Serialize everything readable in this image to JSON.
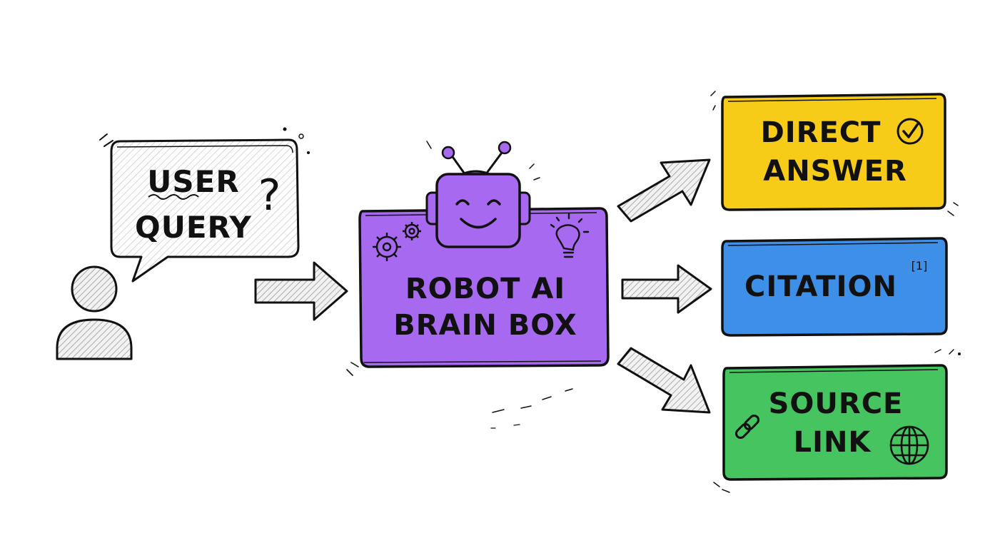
{
  "user_query": {
    "line1": "USER",
    "line2": "QUERY",
    "mark": "?"
  },
  "brain_box": {
    "line1": "ROBOT AI",
    "line2": "BRAIN BOX"
  },
  "outputs": [
    {
      "line1": "DIRECT",
      "line2": "ANSWER",
      "color": "#f7cc18",
      "icon": "check-circle-icon"
    },
    {
      "line1": "CITATION",
      "superscript": "[1]",
      "color": "#3d8fe8",
      "icon": ""
    },
    {
      "line1": "SOURCE",
      "line2": "LINK",
      "color": "#45c45f",
      "icon": "globe-icon"
    }
  ],
  "colors": {
    "purple": "#a669f0",
    "ink": "#111111",
    "gray": "#dcdcdc"
  }
}
